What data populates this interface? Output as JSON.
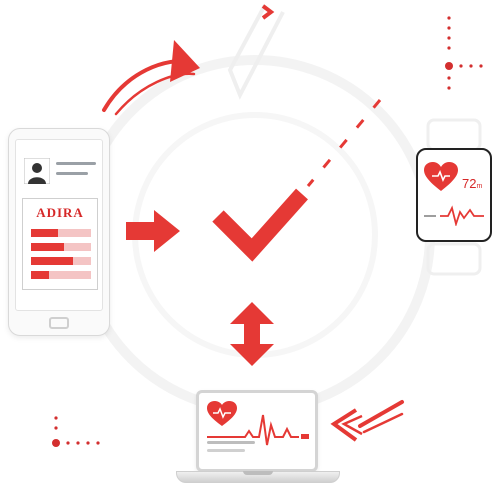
{
  "phone_app": {
    "brand_label": "ADIRA",
    "progress_bars": [
      0.45,
      0.55,
      0.7,
      0.3
    ]
  },
  "watch": {
    "heart_rate_value": "72",
    "heart_rate_unit": "m"
  },
  "colors": {
    "accent_red": "#e53935",
    "light_red": "#f4c4c4",
    "frame_gray": "#d4d4d4",
    "dark_outline": "#222222"
  },
  "icons": [
    "user-avatar-icon",
    "heart-icon",
    "ecg-wave-icon",
    "checkmark-icon",
    "right-arrow-icon",
    "curved-arrow-icon",
    "vertical-double-arrow-icon"
  ]
}
